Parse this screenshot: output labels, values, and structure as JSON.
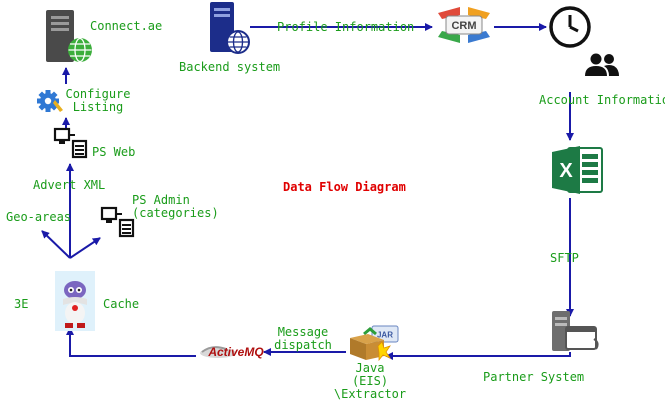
{
  "diagram": {
    "title": "Data Flow Diagram",
    "nodes": {
      "connect": "Connect.ae",
      "backend": "Backend system",
      "configure": "Configure\nListing",
      "ps_web": "PS Web",
      "advert_xml": "Advert XML",
      "geo_areas": "Geo-areas",
      "ps_admin": "PS Admin\n(categories)",
      "three_e": "3E",
      "cache": "Cache",
      "account_info": "Account Information",
      "sftp": "SFTP",
      "partner_system": "Partner System",
      "java_extractor": "Java\n(EIS)\n\\Extractor",
      "activemq": "ActiveMQ",
      "crm": "CRM",
      "jar": "JAR"
    },
    "edges": {
      "profile_information": "Profile Information",
      "message_dispatch": "Message\ndispatch"
    },
    "colors": {
      "arrow": "#1a1aa8",
      "label": "#1a9c1a",
      "title": "#e00000"
    },
    "icons": [
      "server-globe-icon",
      "server-globe-icon",
      "crm-icon",
      "clock-icon",
      "users-icon",
      "excel-icon",
      "server-window-icon",
      "java-jar-icon",
      "activemq-logo",
      "gear-icon",
      "workstation-icon",
      "workstation-icon",
      "cache-mascot-icon"
    ]
  }
}
